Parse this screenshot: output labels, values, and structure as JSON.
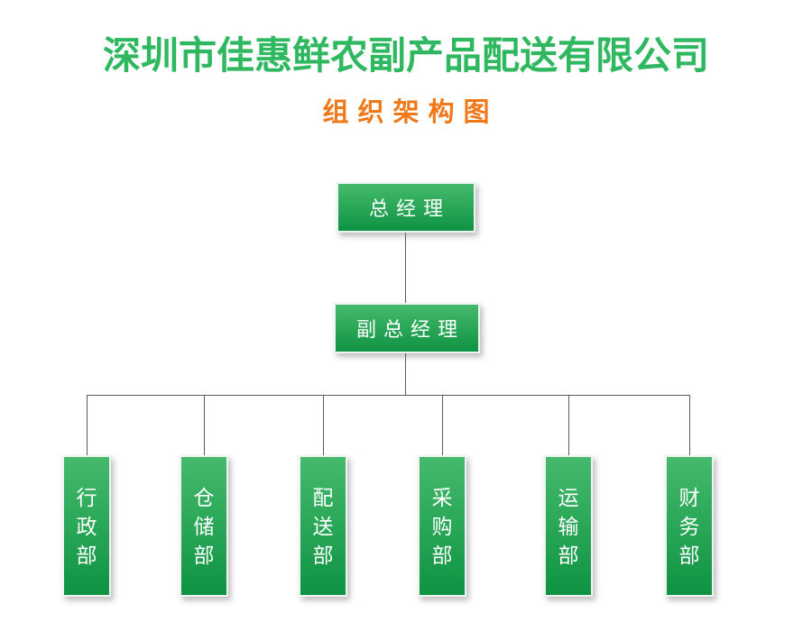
{
  "header": {
    "company": "深圳市佳惠鲜农副产品配送有限公司",
    "subtitle": "组织架构图"
  },
  "nodes": {
    "level1": {
      "label": "总经理"
    },
    "level2": {
      "label": "副总经理"
    },
    "departments": [
      {
        "label": "行政部"
      },
      {
        "label": "仓储部"
      },
      {
        "label": "配送部"
      },
      {
        "label": "采购部"
      },
      {
        "label": "运输部"
      },
      {
        "label": "财务部"
      }
    ]
  },
  "colors": {
    "title_green": "#2fb85f",
    "subtitle_orange": "#f07818",
    "node_gradient_top": "#45ba6c",
    "node_gradient_bottom": "#0e9342",
    "node_text": "#ffffff",
    "connector_gray": "#5b5b5b"
  }
}
